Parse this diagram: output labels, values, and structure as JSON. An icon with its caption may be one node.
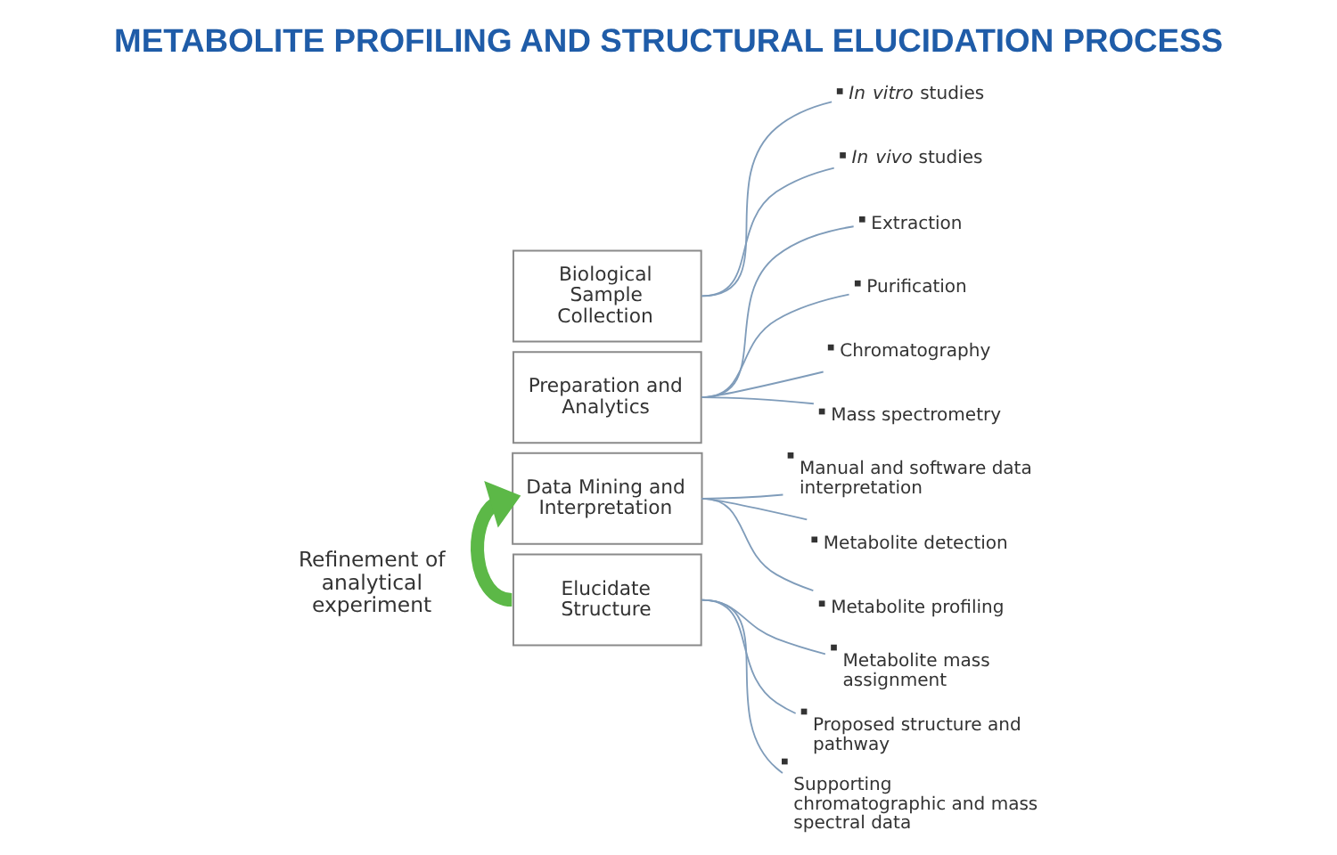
{
  "diagram": {
    "title": "METABOLITE PROFILING AND STRUCTURAL ELUCIDATION PROCESS",
    "nodes": [
      {
        "text": [
          "Biological Sample Collection"
        ]
      },
      {
        "text": [
          "*In vitro* studies"
        ]
      },
      {
        "text": [
          "*In vivo* studies"
        ]
      },
      {
        "text": [
          "Preparation and Analytics"
        ]
      },
      {
        "text": [
          "Extraction"
        ]
      },
      {
        "text": [
          "Purification"
        ]
      },
      {
        "text": [
          "Chromatography"
        ]
      },
      {
        "text": [
          "Mass spectrometry"
        ]
      },
      {
        "text": [
          "Data Mining and Interpretation"
        ]
      },
      {
        "text": [
          "Manual and software data interpretation"
        ]
      },
      {
        "text": [
          "Metabolite detection"
        ]
      },
      {
        "text": [
          "Metabolite profiling"
        ]
      },
      {
        "text": [
          "Elucidate Structure"
        ]
      },
      {
        "text": [
          "Metabolite mass assignment"
        ]
      },
      {
        "text": [
          "Proposed structure and pathway"
        ]
      },
      {
        "text": [
          "Supporting chromatographic and mass spectral data"
        ]
      }
    ],
    "edges": [
      {
        "from": 0,
        "to": 1,
        "arrow": "none"
      },
      {
        "from": 0,
        "to": 2,
        "arrow": "none"
      },
      {
        "from": 3,
        "to": 4,
        "arrow": "none"
      },
      {
        "from": 3,
        "to": 5,
        "arrow": "none"
      },
      {
        "from": 3,
        "to": 6,
        "arrow": "none"
      },
      {
        "from": 3,
        "to": 7,
        "arrow": "none"
      },
      {
        "from": 8,
        "to": 9,
        "arrow": "none"
      },
      {
        "from": 8,
        "to": 10,
        "arrow": "none"
      },
      {
        "from": 8,
        "to": 11,
        "arrow": "none"
      },
      {
        "from": 12,
        "to": 13,
        "arrow": "none"
      },
      {
        "from": 12,
        "to": 14,
        "arrow": "none"
      },
      {
        "from": 12,
        "to": 15,
        "arrow": "none"
      },
      {
        "from": 12,
        "to": 8,
        "arrow": "to",
        "style": "thick",
        "color": "#5cb847",
        "label": "Refinement of analytical experiment"
      }
    ]
  }
}
